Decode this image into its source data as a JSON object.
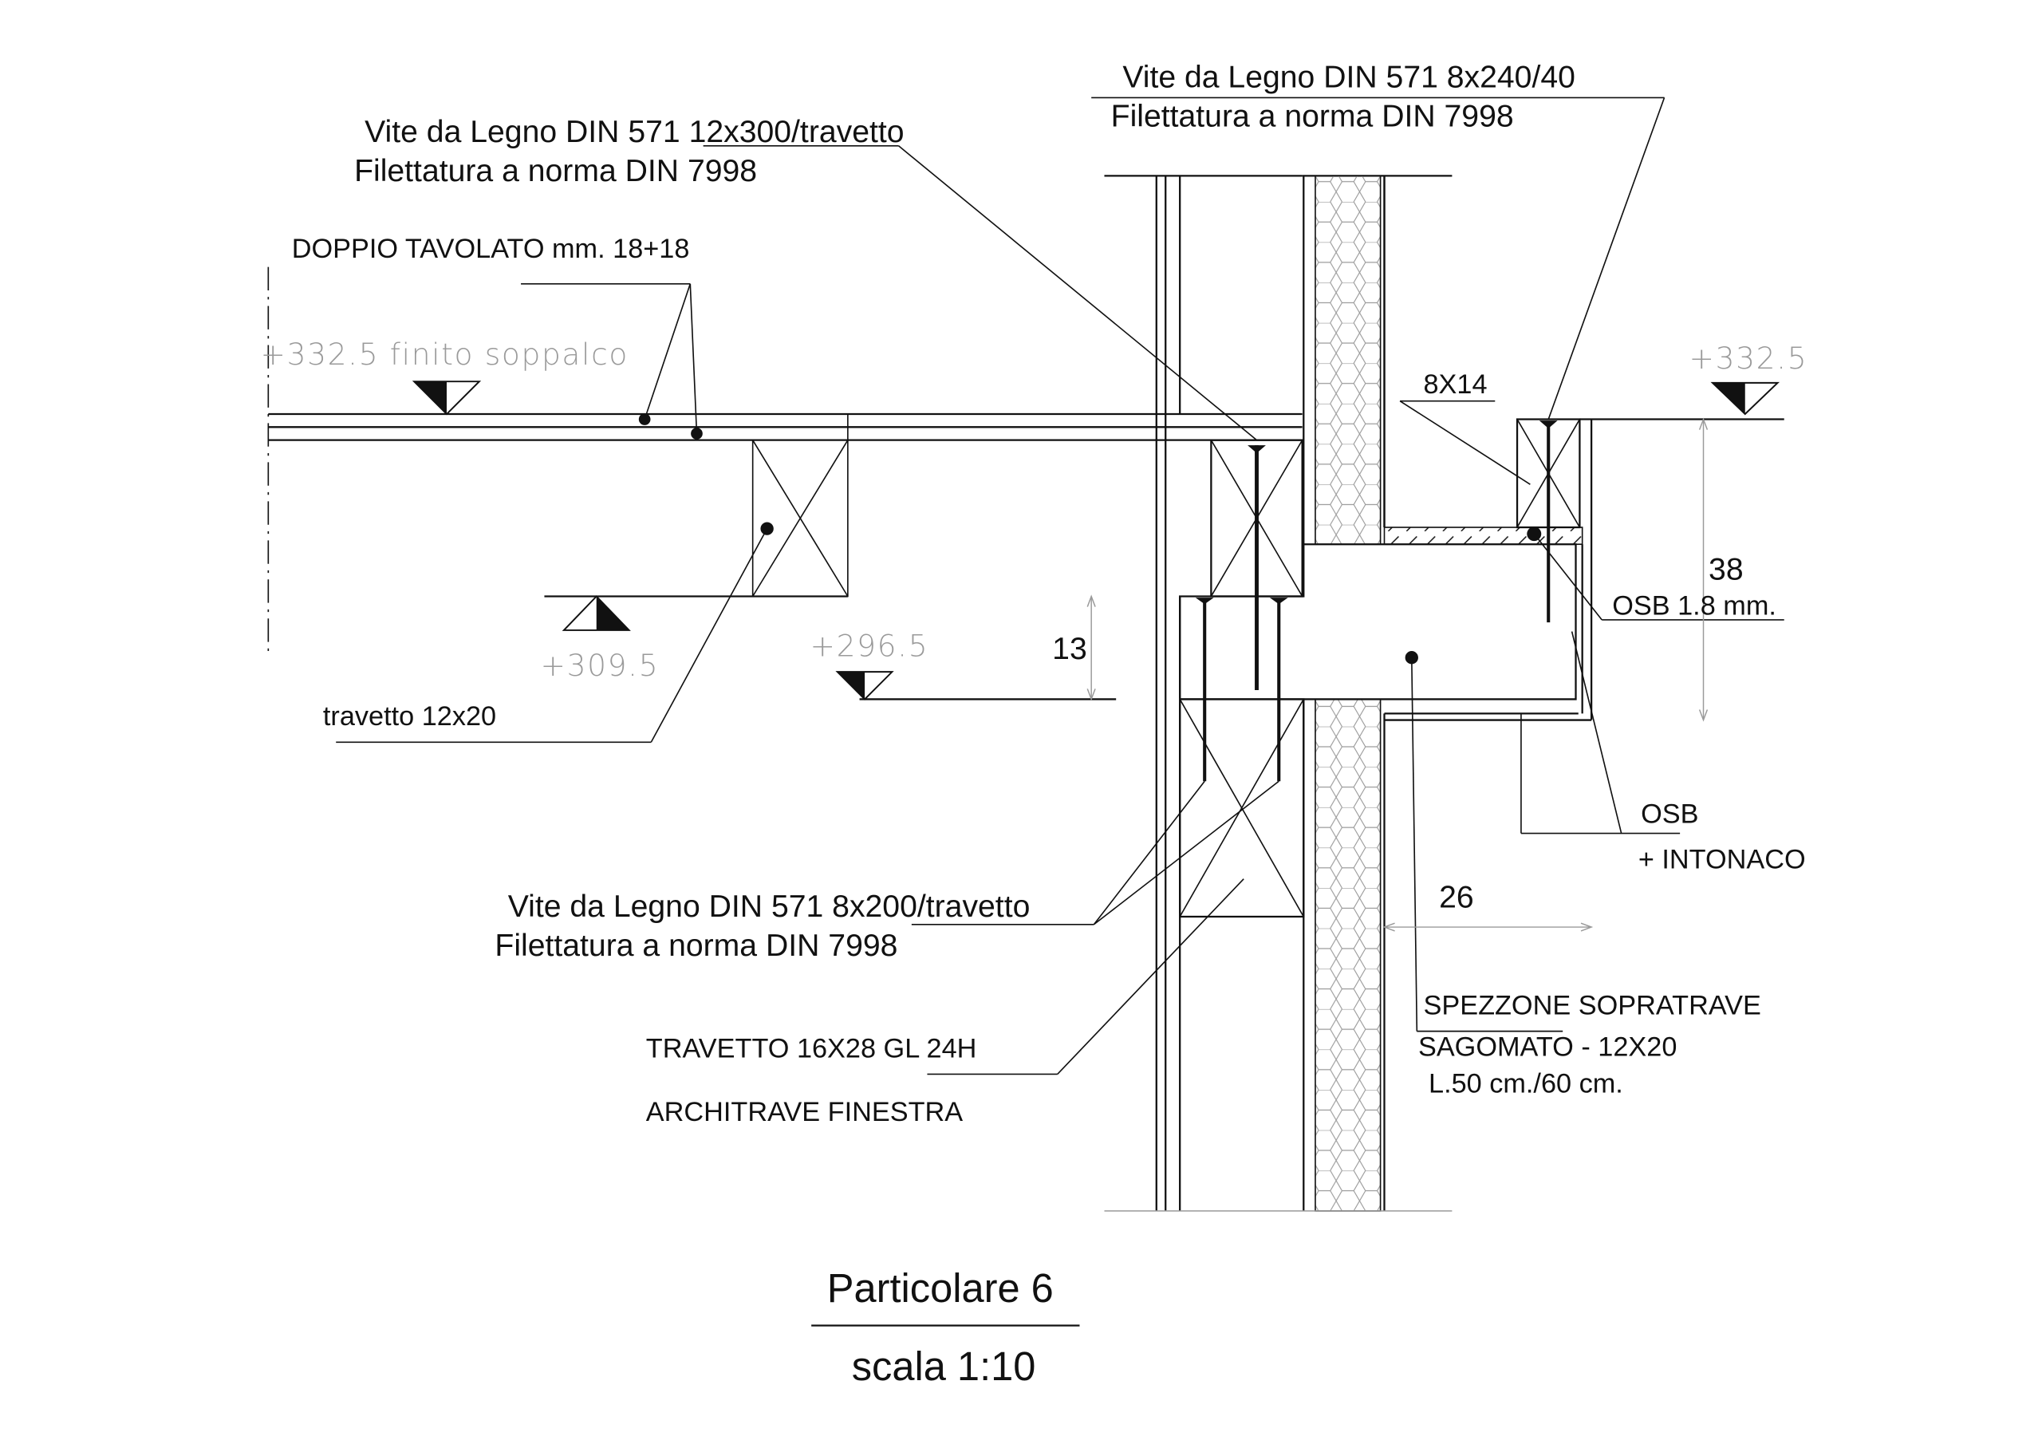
{
  "drawing": {
    "title": "Particolare 6",
    "scale": "scala 1:10",
    "labels": {
      "screw_top_left_1": "Vite da Legno DIN 571 12x300/travetto",
      "screw_top_left_2": "Filettatura a norma DIN 7998",
      "screw_top_right_1": "Vite da Legno DIN 571 8x240/40",
      "screw_top_right_2": "Filettatura a norma DIN 7998",
      "double_boarding": "DOPPIO TAVOLATO mm. 18+18",
      "joist_small": "travetto 12x20",
      "section_8x14": "8X14",
      "osb_thin": "OSB 1.8 mm.",
      "osb": "OSB",
      "plaster": "+ INTONACO",
      "screw_bottom_1": "Vite da Legno DIN 571 8x200/travetto",
      "screw_bottom_2": "Filettatura a norma DIN 7998",
      "beam_1": "TRAVETTO 16X28 GL 24H",
      "beam_2": "ARCHITRAVE FINESTRA",
      "spezzone_1": "SPEZZONE SOPRATRAVE",
      "spezzone_2": "SAGOMATO - 12X20",
      "spezzone_3": "L.50 cm./60 cm."
    },
    "levels": {
      "mezzanine_finish": "+332.5  finito  soppalco",
      "right_top": "+332.5",
      "joist_bottom": "+309.5",
      "lintel_top": "+296.5"
    },
    "dimensions": {
      "d13": "13",
      "d38": "38",
      "d26": "26"
    },
    "icons": {
      "level_marker": "level-triangle-icon",
      "leader_dot": "leader-dot-icon"
    }
  }
}
